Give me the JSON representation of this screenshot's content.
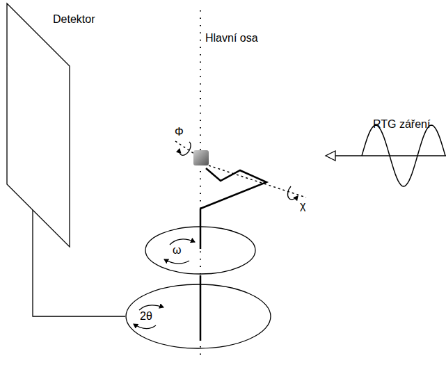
{
  "diagram": {
    "nodes": [
      {
        "text": [
          "Detektor"
        ]
      },
      {
        "text": [
          "ω"
        ]
      },
      {
        "text": [
          "2θ"
        ]
      }
    ],
    "edges": [
      {
        "from": 0,
        "to": 2,
        "arrow": "none"
      }
    ],
    "labels": [
      "Hlavní osa",
      "RTG záření",
      "Φ",
      "χ"
    ]
  }
}
